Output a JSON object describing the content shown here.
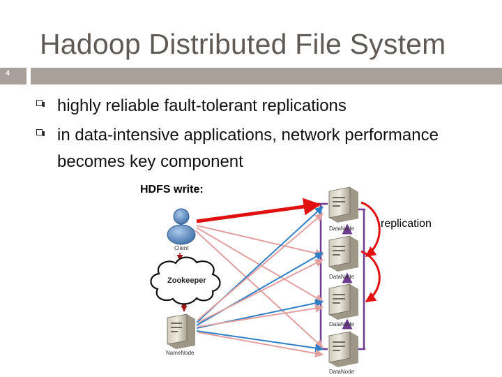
{
  "slide": {
    "title": "Hadoop Distributed File System",
    "number": "4"
  },
  "bullets": [
    "highly reliable fault-tolerant replications",
    "in data-intensive applications, network performance becomes key component"
  ],
  "diagram": {
    "write_label": "HDFS write:",
    "replication_label": "replication",
    "client_label": "Client",
    "zookeeper_label": "Zookeeper",
    "namenode_label": "NameNode",
    "datanode_labels": [
      "DataNode",
      "DataNode",
      "DataNode",
      "DataNode"
    ]
  },
  "colors": {
    "title": "#5f5a55",
    "accent_bar": "#a8a19b",
    "write_arrow": "#e01010",
    "light_red_arrow": "#e2a0a0",
    "blue_arrow": "#2f7fc6",
    "purple_link": "#6d3a8e"
  }
}
